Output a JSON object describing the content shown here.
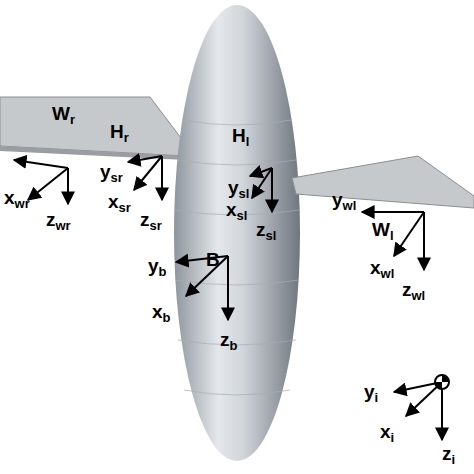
{
  "diagram": {
    "labels": [
      "Wr",
      "xwr",
      "zwr",
      "Hr",
      "ysr",
      "xsr",
      "zsr",
      "Hl",
      "ysl",
      "xsl",
      "zsl",
      "ywl",
      "Wl",
      "xwl",
      "zwl",
      "yb",
      "B",
      "xb",
      "zb",
      "yi",
      "xi",
      "zi"
    ]
  }
}
